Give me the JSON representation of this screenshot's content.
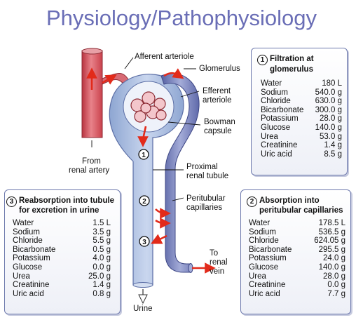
{
  "title": "Physiology/Pathophysiology",
  "labels": {
    "afferent": "Afferent arteriole",
    "glomerulus": "Glomerulus",
    "efferent_1": "Efferent",
    "efferent_2": "arteriole",
    "bowman_1": "Bowman",
    "bowman_2": "capsule",
    "from_1": "From",
    "from_2": "renal artery",
    "proximal_1": "Proximal",
    "proximal_2": "renal tubule",
    "peritubular_1": "Peritubular",
    "peritubular_2": "capillaries",
    "to_1": "To",
    "to_2": "renal",
    "to_3": "vein",
    "urine": "Urine",
    "marker_1": "1",
    "marker_2": "2",
    "marker_3": "3"
  },
  "colors": {
    "artery": "#d84a55",
    "tubule": "#9cb1d8",
    "vein": "#6f79b6",
    "arrow": "#e22a1a",
    "title": "#6a6eb6",
    "box_border": "#6d79ad"
  },
  "boxes": {
    "filtration": {
      "num": "1",
      "heading_1": "Filtration at",
      "heading_2": "glomerulus",
      "rows": [
        {
          "name": "Water",
          "value": "180 L"
        },
        {
          "name": "Sodium",
          "value": "540.0 g"
        },
        {
          "name": "Chloride",
          "value": "630.0 g"
        },
        {
          "name": "Bicarbonate",
          "value": "300.0 g"
        },
        {
          "name": "Potassium",
          "value": "28.0 g"
        },
        {
          "name": "Glucose",
          "value": "140.0 g"
        },
        {
          "name": "Urea",
          "value": "53.0 g"
        },
        {
          "name": "Creatinine",
          "value": "1.4 g"
        },
        {
          "name": "Uric acid",
          "value": "8.5 g"
        }
      ]
    },
    "reabsorption": {
      "num": "3",
      "heading_1": "Reabsorption into tubule",
      "heading_2": "for excretion in urine",
      "rows": [
        {
          "name": "Water",
          "value": "1.5 L"
        },
        {
          "name": "Sodium",
          "value": "3.5 g"
        },
        {
          "name": "Chloride",
          "value": "5.5 g"
        },
        {
          "name": "Bicarbonate",
          "value": "0.5 g"
        },
        {
          "name": "Potassium",
          "value": "4.0 g"
        },
        {
          "name": "Glucose",
          "value": "0.0 g"
        },
        {
          "name": "Urea",
          "value": "25.0 g"
        },
        {
          "name": "Creatinine",
          "value": "1.4 g"
        },
        {
          "name": "Uric acid",
          "value": "0.8 g"
        }
      ]
    },
    "absorption": {
      "num": "2",
      "heading_1": "Absorption into",
      "heading_2": "peritubular capillaries",
      "rows": [
        {
          "name": "Water",
          "value": "178.5 L"
        },
        {
          "name": "Sodium",
          "value": "536.5 g"
        },
        {
          "name": "Chloride",
          "value": "624.05 g"
        },
        {
          "name": "Bicarbonate",
          "value": "295.5 g"
        },
        {
          "name": "Potassium",
          "value": "24.0 g"
        },
        {
          "name": "Glucose",
          "value": "140.0 g"
        },
        {
          "name": "Urea",
          "value": "28.0 g"
        },
        {
          "name": "Creatinine",
          "value": "0.0 g"
        },
        {
          "name": "Uric acid",
          "value": "7.7 g"
        }
      ]
    }
  }
}
